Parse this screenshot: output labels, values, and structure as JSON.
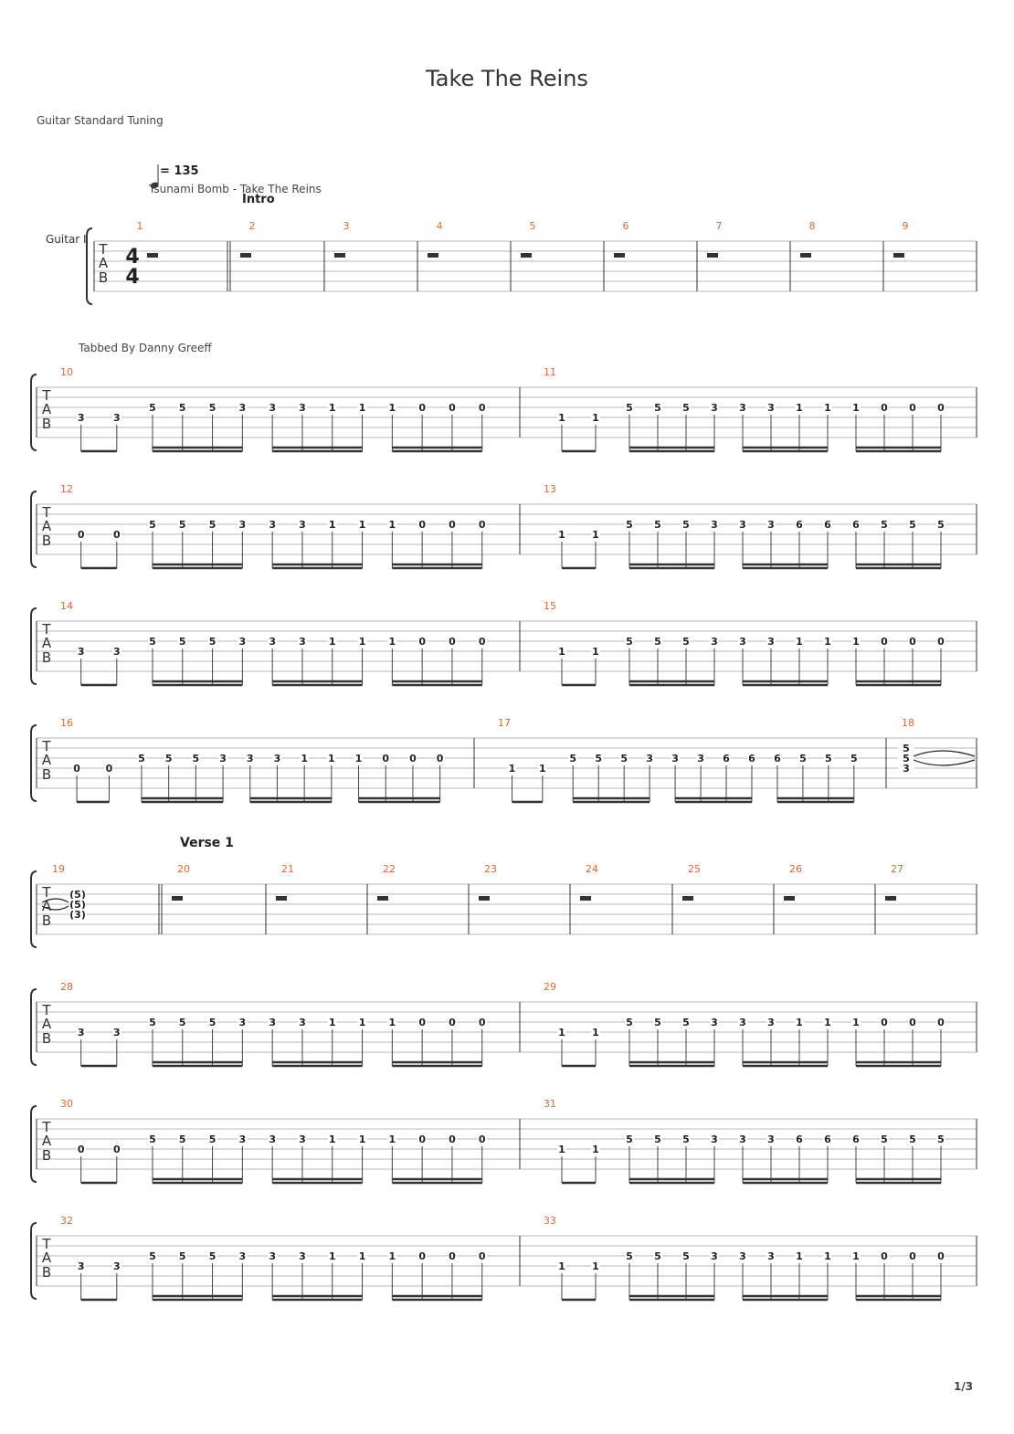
{
  "header": {
    "title": "Take The Reins",
    "tuning": "Guitar Standard Tuning",
    "tempo": "= 135",
    "subtitle": "Tsunami Bomb - Take The Reins",
    "instrument": "Guitar I",
    "credit": "Tabbed By Danny Greeff",
    "time_signature": [
      "4",
      "4"
    ]
  },
  "sections": {
    "intro": "Intro",
    "verse1": "Verse 1"
  },
  "tab_letters": [
    "T",
    "A",
    "B"
  ],
  "footer": {
    "page": "1/3"
  },
  "patterns": {
    "p3": [
      "3",
      "3",
      "5",
      "5",
      "5",
      "3",
      "3",
      "3",
      "1",
      "1",
      "1",
      "0",
      "0",
      "0"
    ],
    "p1": [
      "1",
      "1",
      "5",
      "5",
      "5",
      "3",
      "3",
      "3",
      "1",
      "1",
      "1",
      "0",
      "0",
      "0"
    ],
    "p0": [
      "0",
      "0",
      "5",
      "5",
      "5",
      "3",
      "3",
      "3",
      "1",
      "1",
      "1",
      "0",
      "0",
      "0"
    ],
    "p16": [
      "1",
      "1",
      "5",
      "5",
      "5",
      "3",
      "3",
      "3",
      "6",
      "6",
      "6",
      "5",
      "5",
      "5"
    ],
    "chord": [
      "5",
      "5",
      "3"
    ],
    "chord_tied": [
      "(5)",
      "(5)",
      "(3)"
    ]
  },
  "systems": [
    {
      "measures": [
        {
          "num": "1",
          "kind": "rest"
        },
        {
          "num": "2",
          "kind": "rest"
        },
        {
          "num": "3",
          "kind": "rest"
        },
        {
          "num": "4",
          "kind": "rest"
        },
        {
          "num": "5",
          "kind": "rest"
        },
        {
          "num": "6",
          "kind": "rest"
        },
        {
          "num": "7",
          "kind": "rest"
        },
        {
          "num": "8",
          "kind": "rest"
        },
        {
          "num": "9",
          "kind": "rest"
        }
      ]
    },
    {
      "measures": [
        {
          "num": "10",
          "kind": "notes",
          "pattern": "p3"
        },
        {
          "num": "11",
          "kind": "notes",
          "pattern": "p1"
        }
      ]
    },
    {
      "measures": [
        {
          "num": "12",
          "kind": "notes",
          "pattern": "p0"
        },
        {
          "num": "13",
          "kind": "notes",
          "pattern": "p16"
        }
      ]
    },
    {
      "measures": [
        {
          "num": "14",
          "kind": "notes",
          "pattern": "p3"
        },
        {
          "num": "15",
          "kind": "notes",
          "pattern": "p1"
        }
      ]
    },
    {
      "measures": [
        {
          "num": "16",
          "kind": "notes",
          "pattern": "p0"
        },
        {
          "num": "17",
          "kind": "notes",
          "pattern": "p16"
        },
        {
          "num": "18",
          "kind": "chord"
        }
      ]
    },
    {
      "measures": [
        {
          "num": "19",
          "kind": "chord_tied"
        },
        {
          "num": "20",
          "kind": "rest"
        },
        {
          "num": "21",
          "kind": "rest"
        },
        {
          "num": "22",
          "kind": "rest"
        },
        {
          "num": "23",
          "kind": "rest"
        },
        {
          "num": "24",
          "kind": "rest"
        },
        {
          "num": "25",
          "kind": "rest"
        },
        {
          "num": "26",
          "kind": "rest"
        },
        {
          "num": "27",
          "kind": "rest"
        }
      ]
    },
    {
      "measures": [
        {
          "num": "28",
          "kind": "notes",
          "pattern": "p3"
        },
        {
          "num": "29",
          "kind": "notes",
          "pattern": "p1"
        }
      ]
    },
    {
      "measures": [
        {
          "num": "30",
          "kind": "notes",
          "pattern": "p0"
        },
        {
          "num": "31",
          "kind": "notes",
          "pattern": "p16"
        }
      ]
    },
    {
      "measures": [
        {
          "num": "32",
          "kind": "notes",
          "pattern": "p3"
        },
        {
          "num": "33",
          "kind": "notes",
          "pattern": "p1"
        }
      ]
    }
  ]
}
